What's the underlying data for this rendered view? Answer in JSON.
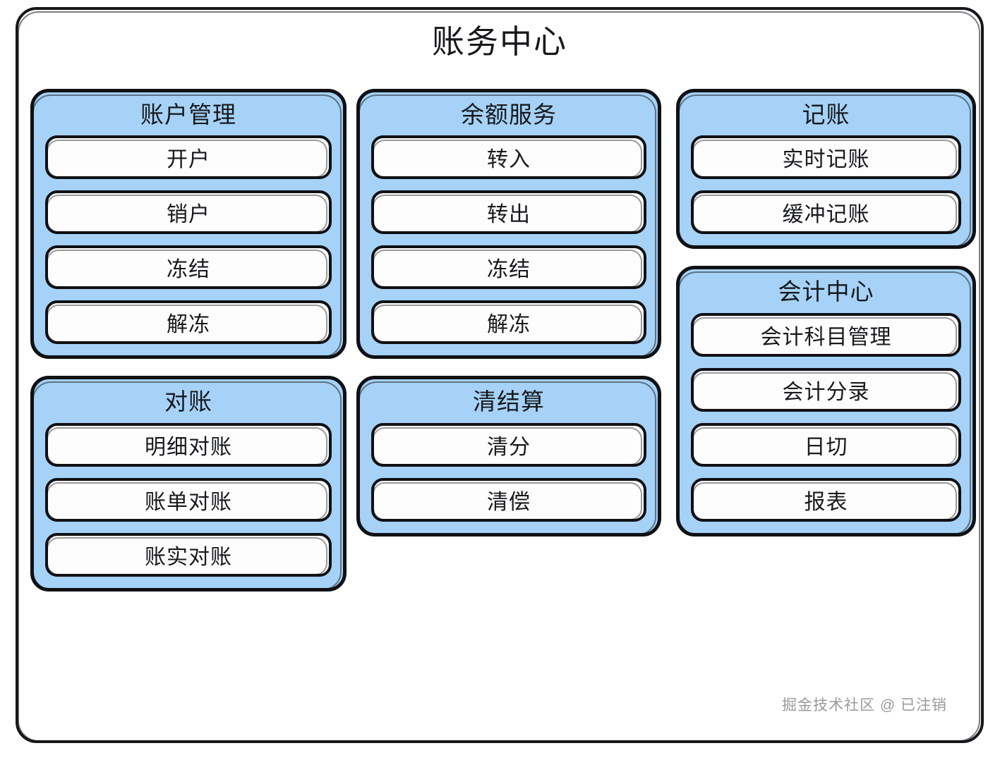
{
  "title": "账务中心",
  "watermark": "掘金技术社区 @ 已注销",
  "colors": {
    "group_fill": "#a6d2f7",
    "item_fill": "#fdfdfd",
    "stroke": "#101114",
    "text": "#17191c",
    "watermark_text": "#9a9a9a",
    "page_background": "#ffffff"
  },
  "columns": [
    {
      "name": "left",
      "groups": [
        {
          "title": "账户管理",
          "items": [
            {
              "label": "开户"
            },
            {
              "label": "销户"
            },
            {
              "label": "冻结"
            },
            {
              "label": "解冻"
            }
          ]
        },
        {
          "title": "对账",
          "items": [
            {
              "label": "明细对账"
            },
            {
              "label": "账单对账"
            },
            {
              "label": "账实对账"
            }
          ]
        }
      ]
    },
    {
      "name": "middle",
      "groups": [
        {
          "title": "余额服务",
          "items": [
            {
              "label": "转入"
            },
            {
              "label": "转出"
            },
            {
              "label": "冻结"
            },
            {
              "label": "解冻"
            }
          ]
        },
        {
          "title": "清结算",
          "items": [
            {
              "label": "清分"
            },
            {
              "label": "清偿"
            }
          ]
        }
      ]
    },
    {
      "name": "right",
      "groups": [
        {
          "title": "记账",
          "items": [
            {
              "label": "实时记账"
            },
            {
              "label": "缓冲记账"
            }
          ]
        },
        {
          "title": "会计中心",
          "items": [
            {
              "label": "会计科目管理"
            },
            {
              "label": "会计分录"
            },
            {
              "label": "日切"
            },
            {
              "label": "报表"
            }
          ]
        }
      ]
    }
  ]
}
